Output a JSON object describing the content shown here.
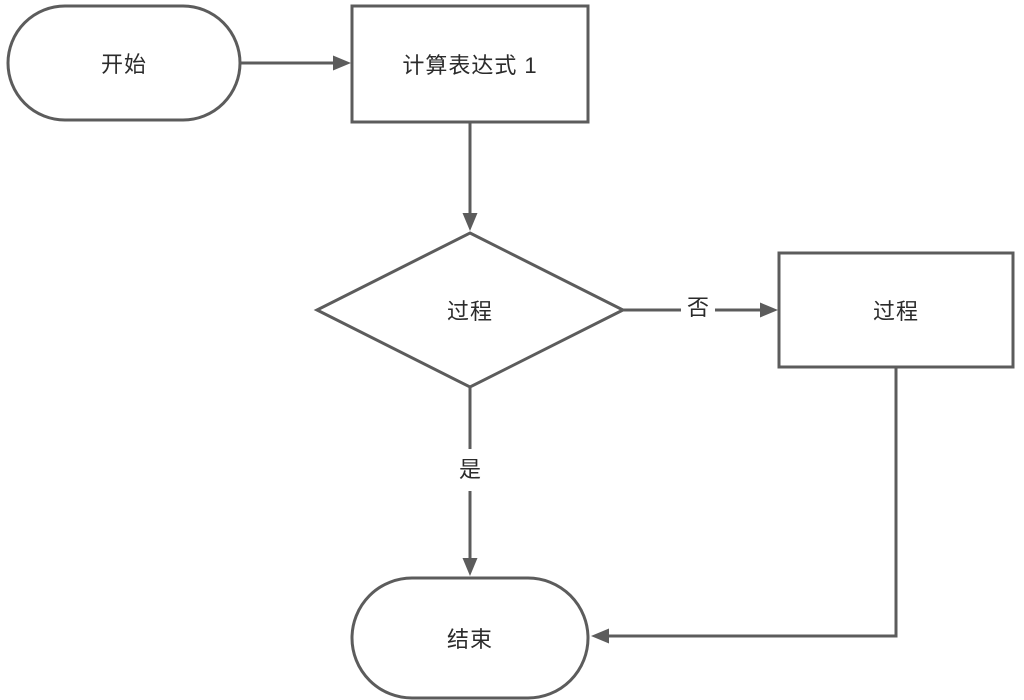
{
  "diagram": {
    "background_color": "#ffffff",
    "stroke_color": "#5c5c5c",
    "text_color": "#2b2b2b",
    "nodes": {
      "start": {
        "shape": "stadium",
        "label": "开始"
      },
      "calc": {
        "shape": "rectangle",
        "label": "计算表达式 1"
      },
      "decision": {
        "shape": "diamond",
        "label": "过程"
      },
      "process2": {
        "shape": "rectangle",
        "label": "过程"
      },
      "end": {
        "shape": "stadium",
        "label": "结束"
      }
    },
    "edges": {
      "start_to_calc": {
        "from": "start",
        "to": "calc",
        "label": ""
      },
      "calc_to_decision": {
        "from": "calc",
        "to": "decision",
        "label": ""
      },
      "decision_to_process2": {
        "from": "decision",
        "to": "process2",
        "label": "否"
      },
      "decision_to_end": {
        "from": "decision",
        "to": "end",
        "label": "是"
      },
      "process2_to_end": {
        "from": "process2",
        "to": "end",
        "label": ""
      }
    }
  }
}
